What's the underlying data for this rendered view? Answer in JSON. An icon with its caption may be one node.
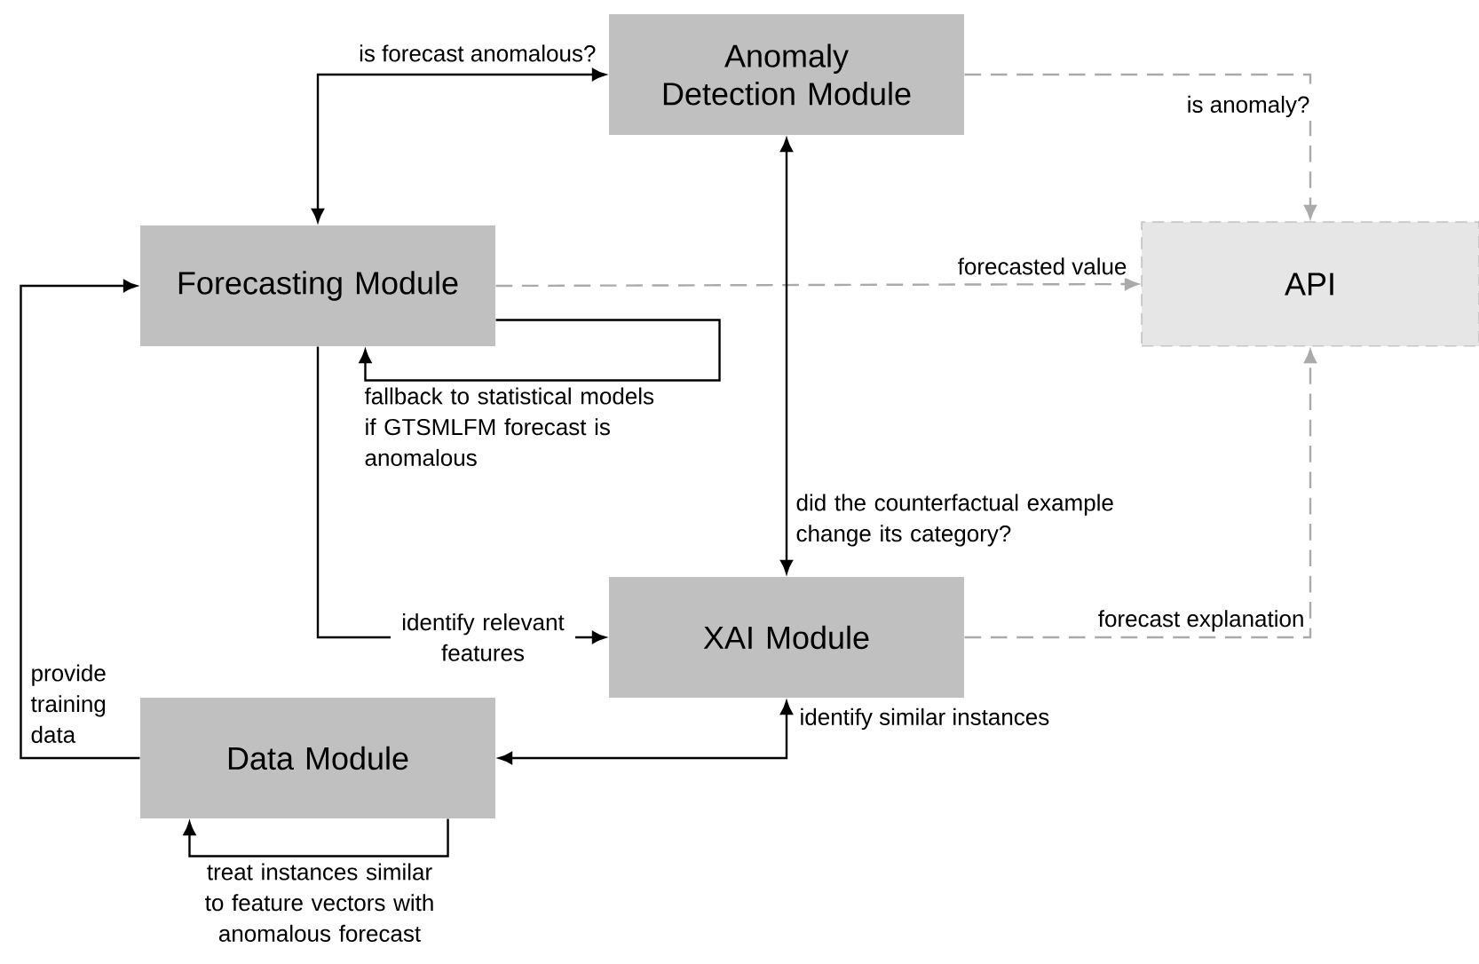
{
  "diagram": {
    "nodes": [
      {
        "text": [
          "Anomaly Detection Module"
        ]
      },
      {
        "text": [
          "Forecasting Module"
        ]
      },
      {
        "text": [
          "API"
        ]
      },
      {
        "text": [
          "XAI Module"
        ]
      },
      {
        "text": [
          "Data Module"
        ]
      }
    ],
    "edges": [
      {
        "from": 1,
        "to": 0,
        "arrow": "both",
        "label": "is forecast anomalous?"
      },
      {
        "from": 1,
        "to": 1,
        "arrow": "to",
        "label": "fallback to statistical models if GTSMLFM forecast is anomalous"
      },
      {
        "from": 1,
        "to": 2,
        "arrow": "to",
        "label": "forecasted value",
        "style": "dashed",
        "color": "#aaaaaa"
      },
      {
        "from": 0,
        "to": 2,
        "arrow": "to",
        "label": "is anomaly?",
        "style": "dashed",
        "color": "#aaaaaa"
      },
      {
        "from": 0,
        "to": 3,
        "arrow": "both",
        "label": "did the counterfactual example change its category?"
      },
      {
        "from": 1,
        "to": 3,
        "arrow": "to",
        "label": "identify relevant features"
      },
      {
        "from": 3,
        "to": 2,
        "arrow": "to",
        "label": "forecast explanation",
        "style": "dashed",
        "color": "#aaaaaa"
      },
      {
        "from": 3,
        "to": 4,
        "arrow": "both",
        "label": "identify similar instances"
      },
      {
        "from": 4,
        "to": 1,
        "arrow": "to",
        "label": "provide training data"
      },
      {
        "from": 4,
        "to": 4,
        "arrow": "to",
        "label": "treat instances similar to feature vectors with anomalous forecast"
      }
    ]
  }
}
